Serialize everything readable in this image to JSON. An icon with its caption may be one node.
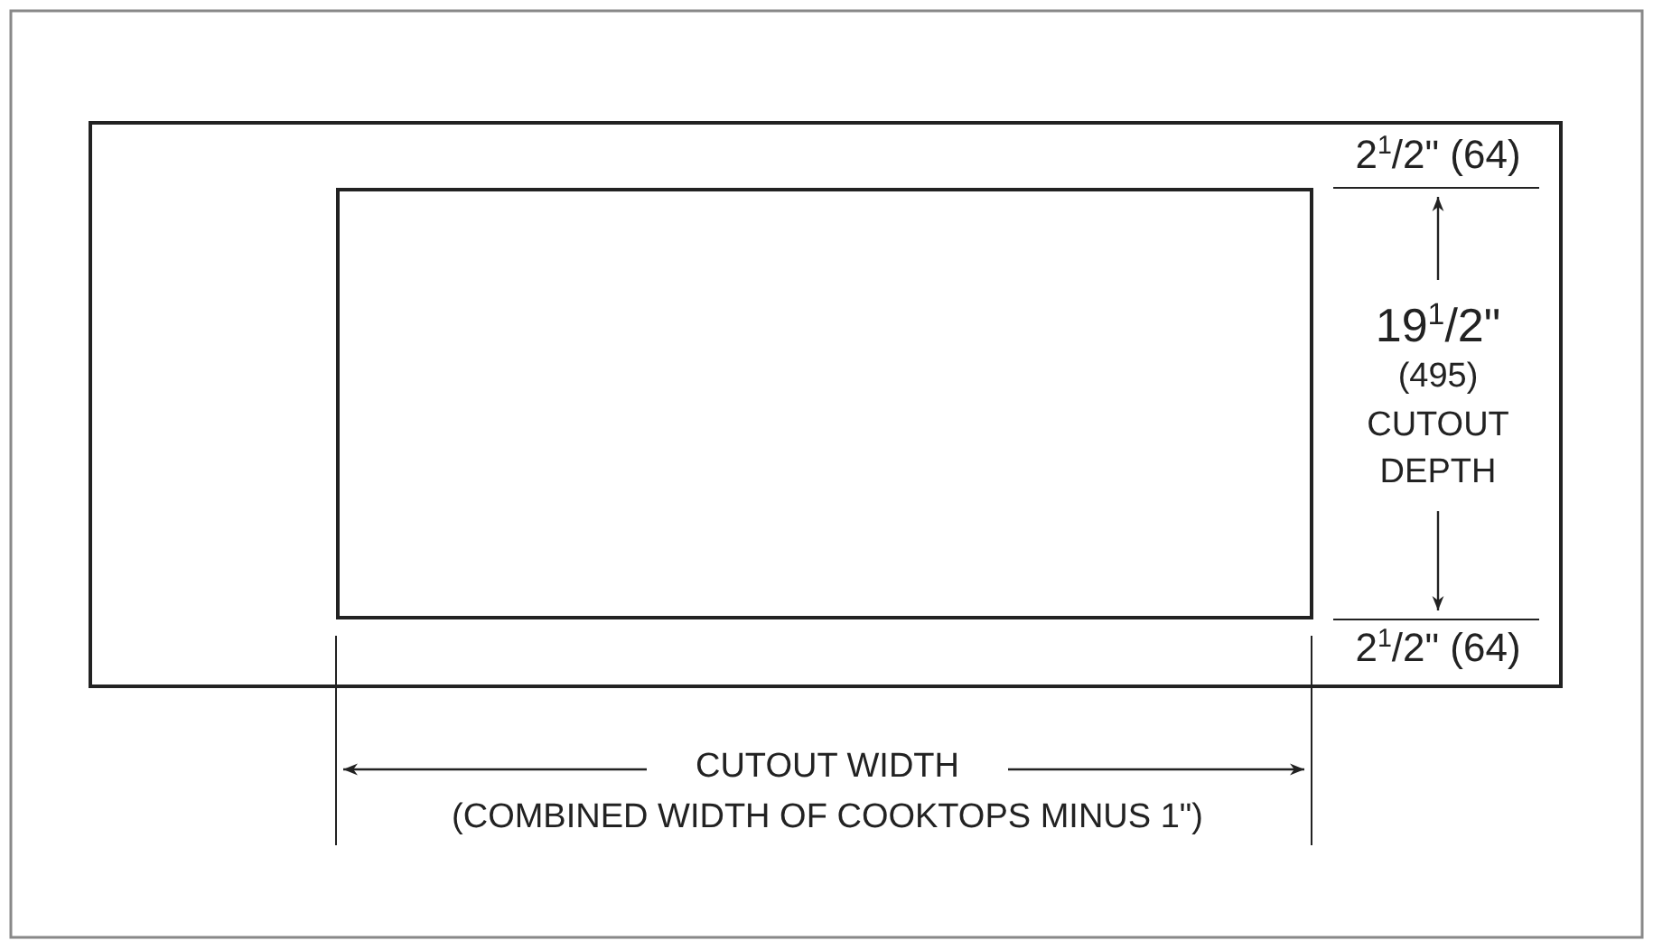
{
  "diagram": {
    "nodes": [
      {
        "text": [],
        "shape": "box"
      },
      {
        "text": [],
        "shape": "box",
        "in": 0
      }
    ],
    "labels": [
      "2$^{1}$/2\" (64)",
      "19$^{1}$/2\"",
      "(495) CUTOUT DEPTH",
      "2$^{1}$/2\" (64)",
      "CUTOUT WIDTH",
      "(COMBINED WIDTH OF COOKTOPS MINUS 1\")"
    ]
  }
}
